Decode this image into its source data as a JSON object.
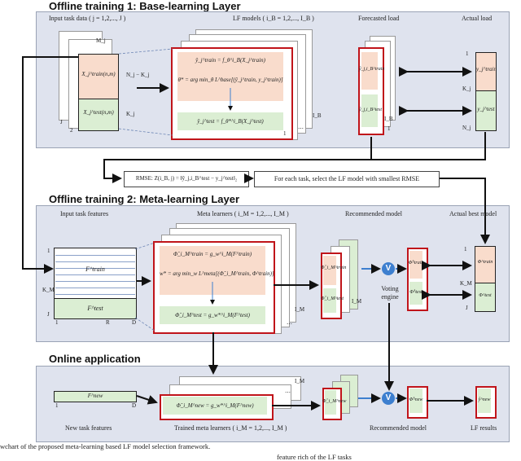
{
  "section1": {
    "title": "Offline training 1: Base-learning Layer",
    "input_label": "Input task data ( j = 1,2,..., J )",
    "lf_label": "LF models ( i_B = 1,2,..., I_B )",
    "forecast_label": "Forecasted load",
    "actual_label": "Actual load",
    "dim_M": "M_j",
    "dim_N_K": "N_j − K_j",
    "dim_K": "K_j",
    "x_train": "X_j^train(n,m)",
    "x_test": "X_j^test(n,m)",
    "J": "J",
    "two": "2",
    "one": "1",
    "dots": "⋯",
    "IB": "I_B",
    "eq1": "ŷ_j^train = f_θ^i_B(X_j^train)",
    "eq2": "θ* = arg min_θ L^base[(ŷ_j^train, y_j^train)]",
    "eq3": "ŷ_j^test = f_θ*^i_B(X_j^test)",
    "yhat_train": "ŷ_j,i_B^train",
    "yhat_test": "ŷ_j,i_B^test",
    "y_train": "y_j^train",
    "y_test": "y_j^test",
    "ax1": "1",
    "axK": "K_j",
    "axN": "N_j"
  },
  "middle": {
    "rmse": "RMSE:  Z(i_B, j) = ‖ŷ_j,i_B^test − y_j^test‖₂",
    "select": "For each task, select the LF model with smallest RMSE"
  },
  "section2": {
    "title": "Offline training 2: Meta-learning Layer",
    "input_label": "Input task features",
    "meta_label": "Meta learners ( i_M = 1,2,..., I_M )",
    "rec_label": "Recommended model",
    "best_label": "Actual best model",
    "f_train": "F^train",
    "f_test": "F^test",
    "ax1": "1",
    "axKM": "K_M",
    "axJ": "J",
    "x1": "1",
    "xR": "R",
    "xD": "D",
    "eq1": "Φ̂_i_M^train = g_w^i_M(F^train)",
    "eq2": "w* = arg min_w L^meta[(Φ̂_i_M^train, Φ^train)]",
    "eq3": "Φ̂_i_M^test = g_w*^i_M(F^test)",
    "phi_hat_train": "Φ̂_i_M^train",
    "phi_hat_test": "Φ̂_i_M^test",
    "IM": "I_M",
    "voting": "Voting engine",
    "V": "V",
    "phi_vote_train": "Φ̂^train",
    "phi_vote_test": "Φ̂^test",
    "phi_train": "Φ^train",
    "phi_test": "Φ^test"
  },
  "section3": {
    "title": "Online application",
    "f_new": "F^new",
    "x1": "1",
    "xD": "D",
    "eq": "Φ̂_i_M^new = g_w*^i_M(F^new)",
    "phi_new": "Φ̂_i_M^new",
    "phi_vote_new": "Φ̂^new",
    "y_new": "ŷ^new",
    "IM": "I_M",
    "V": "V",
    "new_task_label": "New task features",
    "trained_label": "Trained meta learners ( i_M = 1,2,..., I_M )",
    "rec_label": "Recommended model",
    "lf_results": "LF results"
  },
  "caption": {
    "text": "wchart of the proposed meta-learning based LF model selection framework.",
    "right_cut": "feature rich of the LF tasks"
  }
}
